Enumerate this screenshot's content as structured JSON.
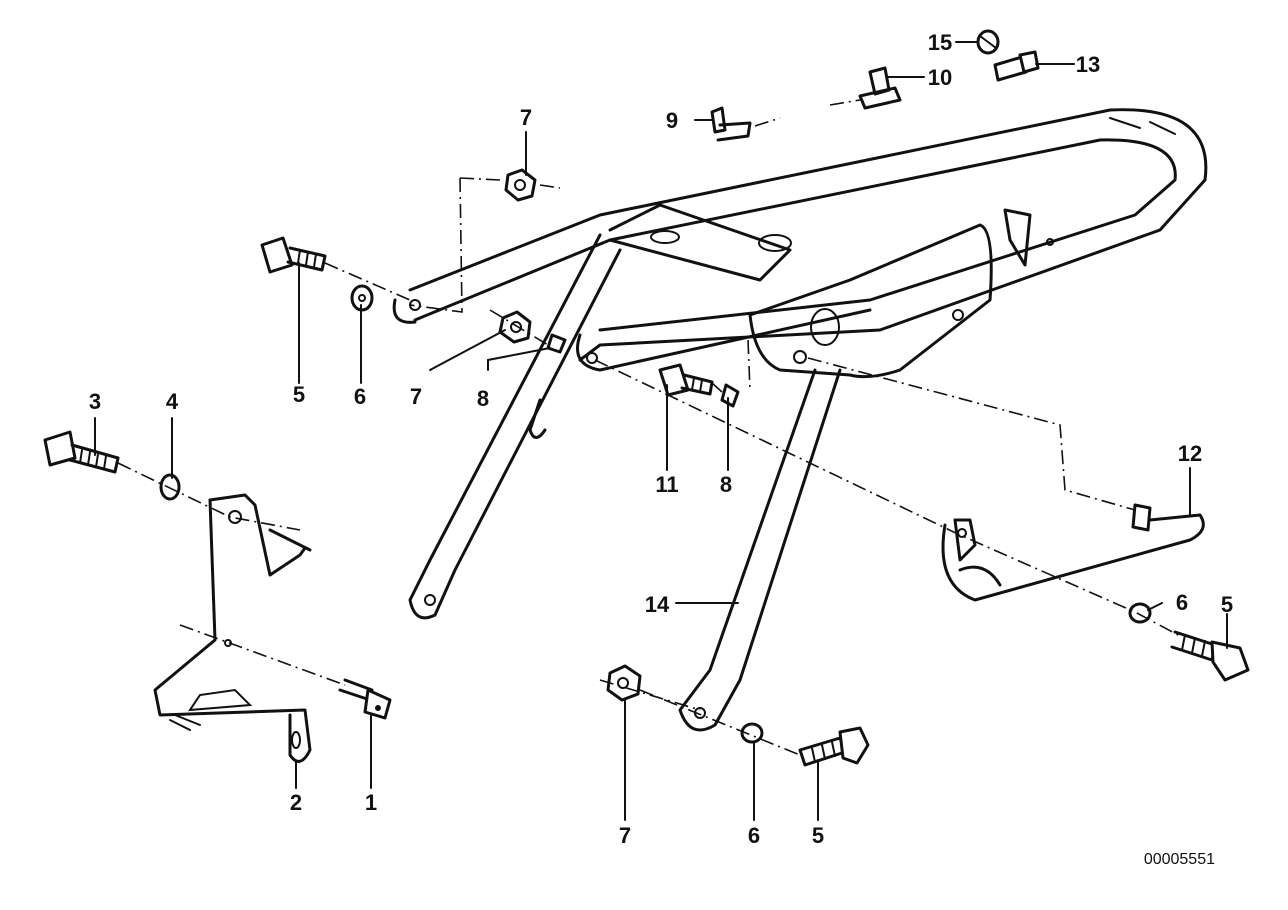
{
  "diagram": {
    "doc_number": "00005551",
    "callouts": {
      "c1": "1",
      "c2": "2",
      "c3": "3",
      "c4": "4",
      "c5a": "5",
      "c5b": "5",
      "c5c": "5",
      "c6a": "6",
      "c6b": "6",
      "c6c": "6",
      "c7a": "7",
      "c7b": "7",
      "c7c": "7",
      "c8a": "8",
      "c8b": "8",
      "c9": "9",
      "c10": "10",
      "c11": "11",
      "c12": "12",
      "c13": "13",
      "c14": "14",
      "c15": "15"
    }
  }
}
